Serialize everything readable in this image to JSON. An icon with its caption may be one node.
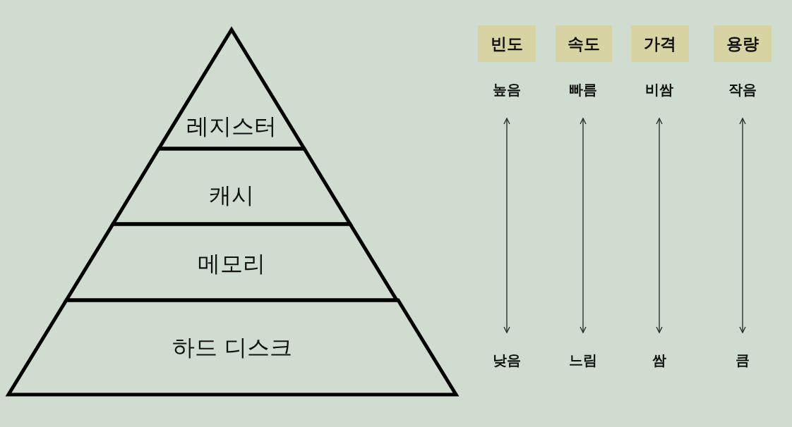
{
  "diagram": {
    "nodes": [
      {
        "text": [
          "레지스터"
        ]
      },
      {
        "text": [
          "캐시"
        ]
      },
      {
        "text": [
          "메모리"
        ]
      },
      {
        "text": [
          "하드 디스크"
        ]
      },
      {
        "text": [
          "빈도"
        ]
      },
      {
        "text": [
          "속도"
        ]
      },
      {
        "text": [
          "가격"
        ]
      },
      {
        "text": [
          "용량"
        ]
      },
      {
        "text": [
          "높음"
        ]
      },
      {
        "text": [
          "낮음"
        ]
      },
      {
        "text": [
          "빠름"
        ]
      },
      {
        "text": [
          "느림"
        ]
      },
      {
        "text": [
          "비쌈"
        ]
      },
      {
        "text": [
          "쌈"
        ]
      },
      {
        "text": [
          "작음"
        ]
      },
      {
        "text": [
          "큼"
        ]
      }
    ],
    "edges": [
      {
        "from": 8,
        "to": 9,
        "arrow": "both"
      },
      {
        "from": 10,
        "to": 11,
        "arrow": "both"
      },
      {
        "from": 12,
        "to": 13,
        "arrow": "both"
      },
      {
        "from": 14,
        "to": 15,
        "arrow": "both"
      }
    ]
  }
}
